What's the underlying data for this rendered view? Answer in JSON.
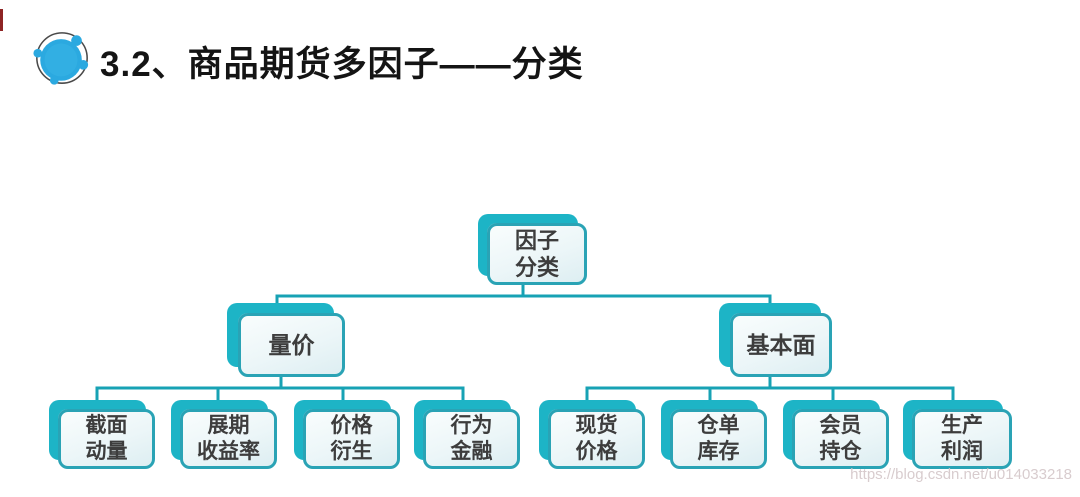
{
  "header": {
    "title": "3.2、商品期货多因子——分类",
    "icon": "blue-orbit-circle-icon"
  },
  "tree": {
    "root": {
      "lines": [
        "因子",
        "分类"
      ]
    },
    "branches": [
      {
        "label": "量价",
        "children": [
          {
            "lines": [
              "截面",
              "动量"
            ]
          },
          {
            "lines": [
              "展期",
              "收益率"
            ]
          },
          {
            "lines": [
              "价格",
              "衍生"
            ]
          },
          {
            "lines": [
              "行为",
              "金融"
            ]
          }
        ]
      },
      {
        "label": "基本面",
        "children": [
          {
            "lines": [
              "现货",
              "价格"
            ]
          },
          {
            "lines": [
              "仓单",
              "库存"
            ]
          },
          {
            "lines": [
              "会员",
              "持仓"
            ]
          },
          {
            "lines": [
              "生产",
              "利润"
            ]
          }
        ]
      }
    ]
  },
  "watermark": "https://blog.csdn.net/u014033218",
  "colors": {
    "teal_shadow": "#1db4c6",
    "teal_border": "#2aa3b5",
    "connector": "#17a2b4",
    "icon_blue": "#2ba9e0",
    "title_text": "#141414",
    "node_text": "#3d3d3d",
    "red_tick": "#8e2424"
  }
}
